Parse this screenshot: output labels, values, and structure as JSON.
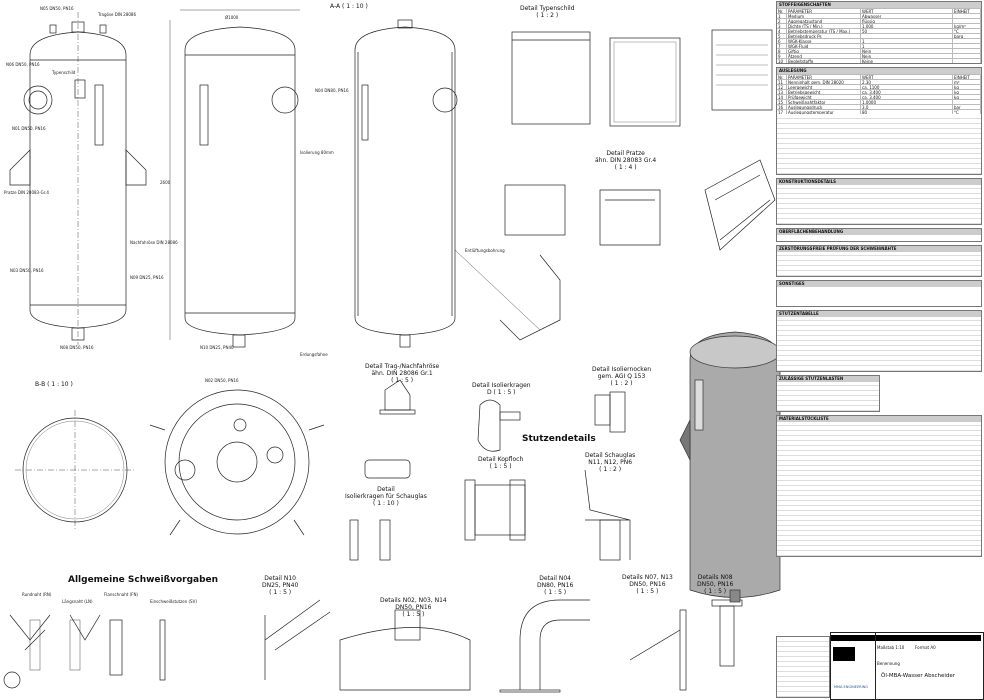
{
  "views": {
    "section_aa": "A-A ( 1 : 10 )",
    "section_bb": "B-B ( 1 : 10 )",
    "typenschild": [
      "Detail Typenschild",
      "( 1 : 2 )"
    ],
    "pratze": [
      "Detail Pratze",
      "ähn. DIN 28083 Gr.4",
      "( 1 : 4 )"
    ],
    "tragoese": [
      "Detail Trag-/Nachfahröse",
      "ähn. DIN 28086 Gr.1",
      "( 1 : 5 )"
    ],
    "isolierkragen": [
      "Detail Isolierkragen",
      "D ( 1 : 5 )"
    ],
    "isoliernocken": [
      "Detail Isoliernocken",
      "gem. AGI Q 153",
      "( 1 : 2 )"
    ],
    "stutzendetails": "Stutzendetails",
    "kopfloch": [
      "Detail Kopfloch",
      "( 1 : 5 )"
    ],
    "schauglas": [
      "Detail Schauglas",
      "N11, N12, PN6",
      "( 1 : 2 )"
    ],
    "isolierkragen_schauglas": [
      "Detail",
      "Isolierkragen für Schauglas",
      "( 1 : 10 )"
    ],
    "n10": [
      "Detail N10",
      "DN25, PN40",
      "( 1 : 5 )"
    ],
    "n02": [
      "Details N02, N03, N14",
      "DN50, PN16",
      "( 1 : 5 )"
    ],
    "n04": [
      "Detail N04",
      "DN80, PN16",
      "( 1 : 5 )"
    ],
    "n07": [
      "Details N07, N13",
      "DN50, PN16",
      "( 1 : 5 )"
    ],
    "n08": [
      "Details N08",
      "DN50, PN16",
      "( 1 : 5 )"
    ],
    "weld": "Allgemeine Schweißvorgaben",
    "weld_types": [
      "Rundnaht (RN)",
      "Längsnaht (LN)",
      "Flanschnaht (FN)",
      "Einschweißstutzen (SV)"
    ]
  },
  "annotations": {
    "n05": "N05 DN50, PN16",
    "n06": "N06 DN50, PN16",
    "n01": "N01 DN50, PN16",
    "n02": "N02 DN50, PN16",
    "tragoese": "Tragöse DIN 28086",
    "typenschild": "Typenschild",
    "n03": "N03 DN50, PN16",
    "pratze": "Pratze DIN 28083-Gr.4",
    "n09": "N09 DN25, PN16",
    "n08": "N08 DN50, PN16",
    "nachfahroese": "Nachfahröse DIN 28086",
    "n10": "N10 DN25, PN40",
    "n04": "N04 DN80, PN16",
    "entluftung": "Entlüftungsbohrung",
    "isolierung": "Isolierung 80mm",
    "dia": "Ø1000",
    "hoehe": "2600",
    "erdung": "Erdungsfahne"
  },
  "tables": {
    "stoffeigenschaften": {
      "title": "STOFFEIGENSCHAFTEN",
      "header": [
        "Nr.",
        "PARAMETER",
        "WERT",
        "EINHEIT"
      ],
      "rows": [
        [
          "1",
          "Medium",
          "Abwasser",
          ""
        ],
        [
          "2",
          "Aggregatzustand",
          "flüssig",
          ""
        ],
        [
          "3",
          "Dichte (TS / Min.)",
          "1.000",
          "kg/m³"
        ],
        [
          "4",
          "Betriebstemperatur (TS / Max.)",
          "50",
          "°C"
        ],
        [
          "5",
          "Betriebsdruck Ps",
          "",
          "barg"
        ],
        [
          "6",
          "WGK-Klasse",
          "1",
          ""
        ],
        [
          "7",
          "WGK-Fluid",
          "1",
          ""
        ],
        [
          "8",
          "Giftig",
          "Nein",
          ""
        ],
        [
          "9",
          "Ätzend",
          "Nein",
          ""
        ],
        [
          "10",
          "Begleitstoffe",
          "Keine",
          ""
        ]
      ]
    },
    "auslegung": {
      "title": "AUSLEGUNG",
      "header": [
        "Nr.",
        "PARAMETER",
        "WERT",
        "EINHEIT"
      ],
      "rows": [
        [
          "11",
          "Nenninhalt gem. DIN 28020",
          "2,30",
          "m³"
        ],
        [
          "12",
          "Leergewicht",
          "ca. 1100",
          "kg"
        ],
        [
          "13",
          "Betriebsgewicht",
          "ca. 3.400",
          "kg"
        ],
        [
          "14",
          "Prüfgewicht",
          "ca. 3.400",
          "kg"
        ],
        [
          "15",
          "Schweißnahtfaktor",
          "1,0000",
          ""
        ],
        [
          "16",
          "Auslegungsdruck",
          "3,0",
          "bar"
        ],
        [
          "17",
          "Auslegungstemperatur",
          "80",
          "°C"
        ]
      ]
    },
    "konstruktion": "KONSTRUKTIONSDETAILS",
    "oberflaeche": "OBERFLÄCHENBEHANDLUNG",
    "pruefung": "ZERSTÖRUNGSFREIE PRÜFUNG DER SCHWEIßNÄHTE",
    "sonstiges": "SONSTIGES",
    "stutzen": "STUTZENTABELLE",
    "zulaessige": "ZULÄSSIGE STUTZENLASTEN",
    "material": "MATERIALSTÜCKLISTE"
  },
  "title_block": {
    "massstab": "Maßstab 1:10",
    "format": "Format A0",
    "benennung": "Benennung",
    "drawing_name": "Öl-MBA-Wasser Abscheider",
    "company": "MMA ENGINEERING"
  }
}
